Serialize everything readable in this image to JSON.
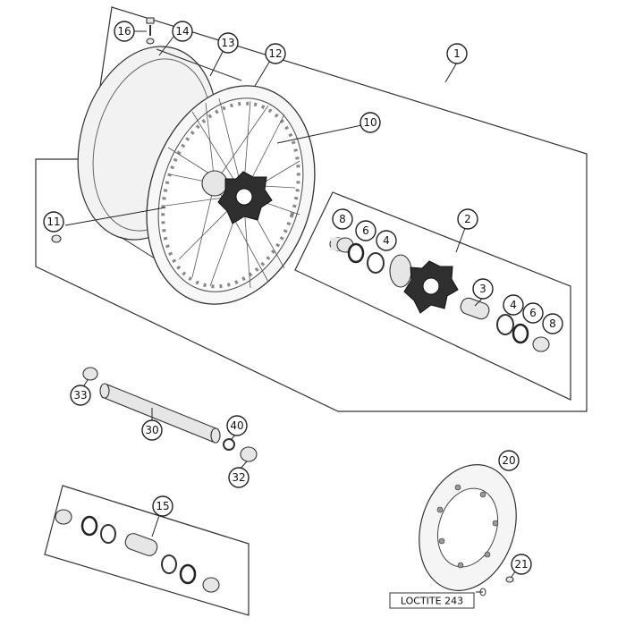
{
  "callouts": {
    "c1": "1",
    "c2": "2",
    "c3": "3",
    "c4a": "4",
    "c4b": "4",
    "c6a": "6",
    "c6b": "6",
    "c8a": "8",
    "c8b": "8",
    "c10": "10",
    "c11": "11",
    "c12": "12",
    "c13": "13",
    "c14": "14",
    "c15": "15",
    "c16": "16",
    "c20": "20",
    "c21": "21",
    "c30": "30",
    "c32": "32",
    "c33": "33",
    "c40": "40"
  },
  "note": {
    "loctite": "LOCTITE 243"
  }
}
